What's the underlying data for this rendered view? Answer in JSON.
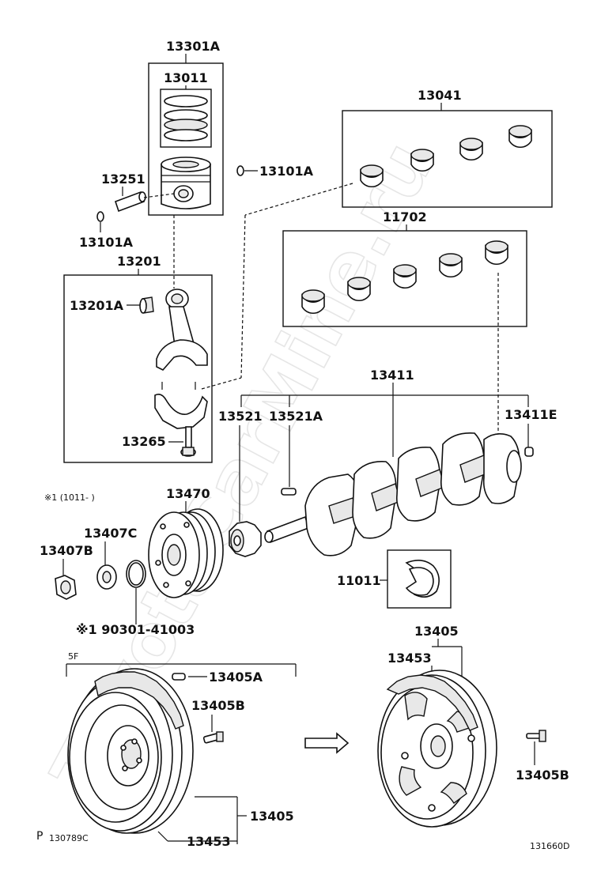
{
  "watermark": "ToyotaCarMine.ru",
  "labels": {
    "l13301A": "13301A",
    "l13011": "13011",
    "l13101A_right": "13101A",
    "l13251": "13251",
    "l13101A_left": "13101A",
    "l13201": "13201",
    "l13201A": "13201A",
    "l13265": "13265",
    "l13041": "13041",
    "l11702": "11702",
    "l13411": "13411",
    "l13521": "13521",
    "l13521A": "13521A",
    "l13411E": "13411E",
    "l13470": "13470",
    "l13407C": "13407C",
    "l13407B": "13407B",
    "l11011": "11011",
    "note_1011": "※1 (1011-        )",
    "note_90301": "※1 90301-41003",
    "l5F": "5F",
    "l13405A": "13405A",
    "l13405B_left": "13405B",
    "l13405_left": "13405",
    "l13453_left": "13453",
    "l13405_right": "13405",
    "l13453_right": "13453",
    "l13405B_right": "13405B",
    "page_code": "P",
    "footnote_left": "130789C",
    "footnote_right": "131660D"
  }
}
